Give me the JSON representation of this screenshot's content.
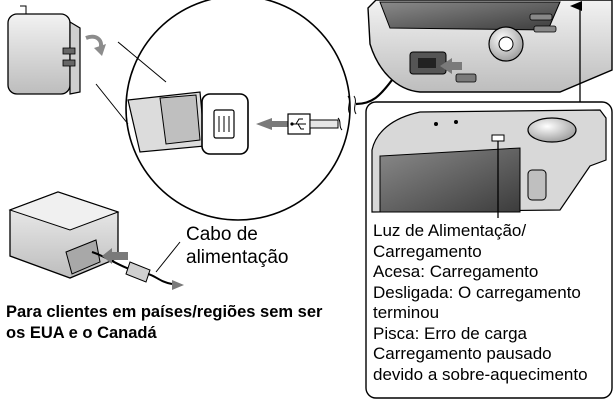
{
  "labels": {
    "power_cord": "Cabo de\nalimentação",
    "other_regions_note": "Para clientes em países/regiões sem ser os EUA e o Canadá",
    "led": {
      "title_line1": "Luz de Alimentação/",
      "title_line2": "Carregamento",
      "state_on": "Acesa: Carregamento",
      "state_off_line1": "Desligada: O carregamento",
      "state_off_line2": "terminou",
      "state_blink": "Pisca: Erro de carga",
      "state_paused_line1": "Carregamento pausado",
      "state_paused_line2": "devido a sobre-aquecimento"
    }
  },
  "colors": {
    "device_body": "#d9d9d9",
    "device_dark": "#4a4a4a",
    "line": "#000000",
    "arrow": "#7a7a7a",
    "background": "#ffffff"
  },
  "icons": {
    "usb_symbol": "usb-icon",
    "fold_arrow": "rotate-arrow-icon"
  }
}
